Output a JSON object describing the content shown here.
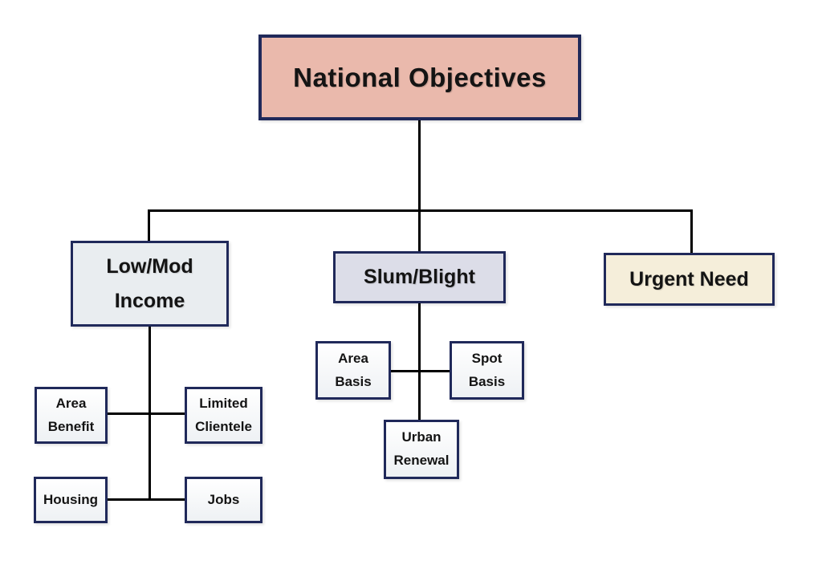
{
  "diagram": {
    "title": "National Objectives",
    "colors": {
      "border": "#20295a",
      "line": "#000000",
      "text": "#141414",
      "national_fill": "#eab9ac",
      "lowmod_fill": "#e9edf0",
      "slum_fill": "#dcdde8",
      "urgent_fill": "#f5eeda",
      "child_fill": "#f7f9fa"
    },
    "nodes": {
      "national": {
        "lines": [
          "National Objectives"
        ]
      },
      "lowmod": {
        "lines": [
          "Low/Mod",
          "Income"
        ]
      },
      "slum": {
        "lines": [
          "Slum/Blight"
        ]
      },
      "urgent": {
        "lines": [
          "Urgent Need"
        ]
      },
      "area_benefit": {
        "lines": [
          "Area",
          "Benefit"
        ]
      },
      "limited_clientele": {
        "lines": [
          "Limited",
          "Clientele"
        ]
      },
      "housing": {
        "lines": [
          "Housing"
        ]
      },
      "jobs": {
        "lines": [
          "Jobs"
        ]
      },
      "area_basis": {
        "lines": [
          "Area",
          "Basis"
        ]
      },
      "spot_basis": {
        "lines": [
          "Spot",
          "Basis"
        ]
      },
      "urban_renewal": {
        "lines": [
          "Urban",
          "Renewal"
        ]
      }
    },
    "edges": [
      {
        "from": "national",
        "to": "lowmod"
      },
      {
        "from": "national",
        "to": "slum"
      },
      {
        "from": "national",
        "to": "urgent"
      },
      {
        "from": "lowmod",
        "to": "area_benefit"
      },
      {
        "from": "lowmod",
        "to": "limited_clientele"
      },
      {
        "from": "lowmod",
        "to": "housing"
      },
      {
        "from": "lowmod",
        "to": "jobs"
      },
      {
        "from": "slum",
        "to": "area_basis"
      },
      {
        "from": "slum",
        "to": "spot_basis"
      },
      {
        "from": "slum",
        "to": "urban_renewal"
      }
    ]
  }
}
